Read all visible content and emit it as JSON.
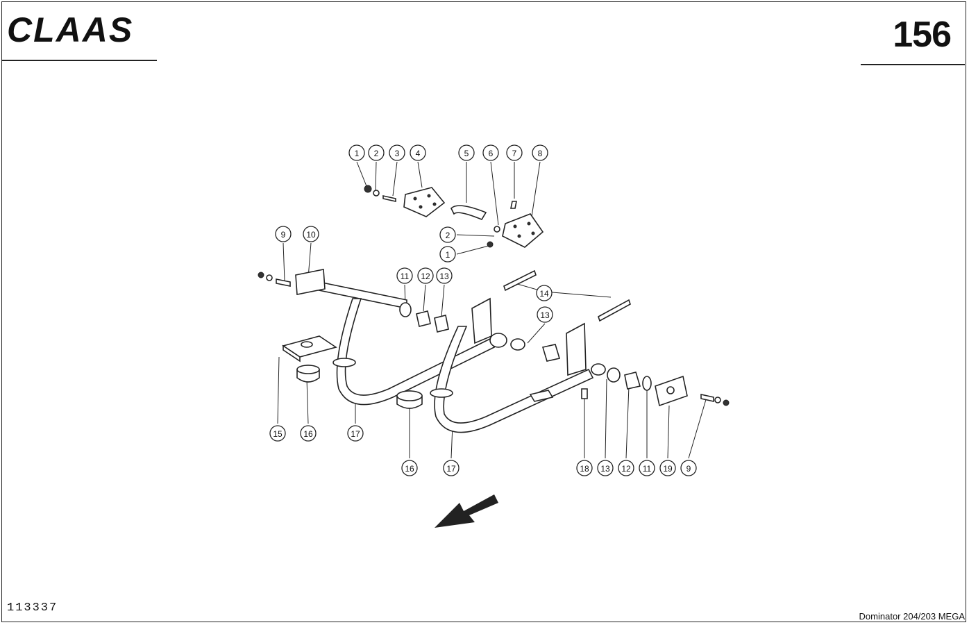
{
  "header": {
    "brand": "CLAAS",
    "page_number": "156"
  },
  "footer": {
    "drawing_code": "113337",
    "model": "Dominator 204/203 MEGA"
  },
  "callouts": [
    "1",
    "2",
    "3",
    "4",
    "5",
    "6",
    "7",
    "8",
    "2",
    "1",
    "9",
    "10",
    "11",
    "12",
    "13",
    "14",
    "13",
    "15",
    "16",
    "17",
    "16",
    "17",
    "18",
    "13",
    "12",
    "11",
    "19",
    "9"
  ]
}
